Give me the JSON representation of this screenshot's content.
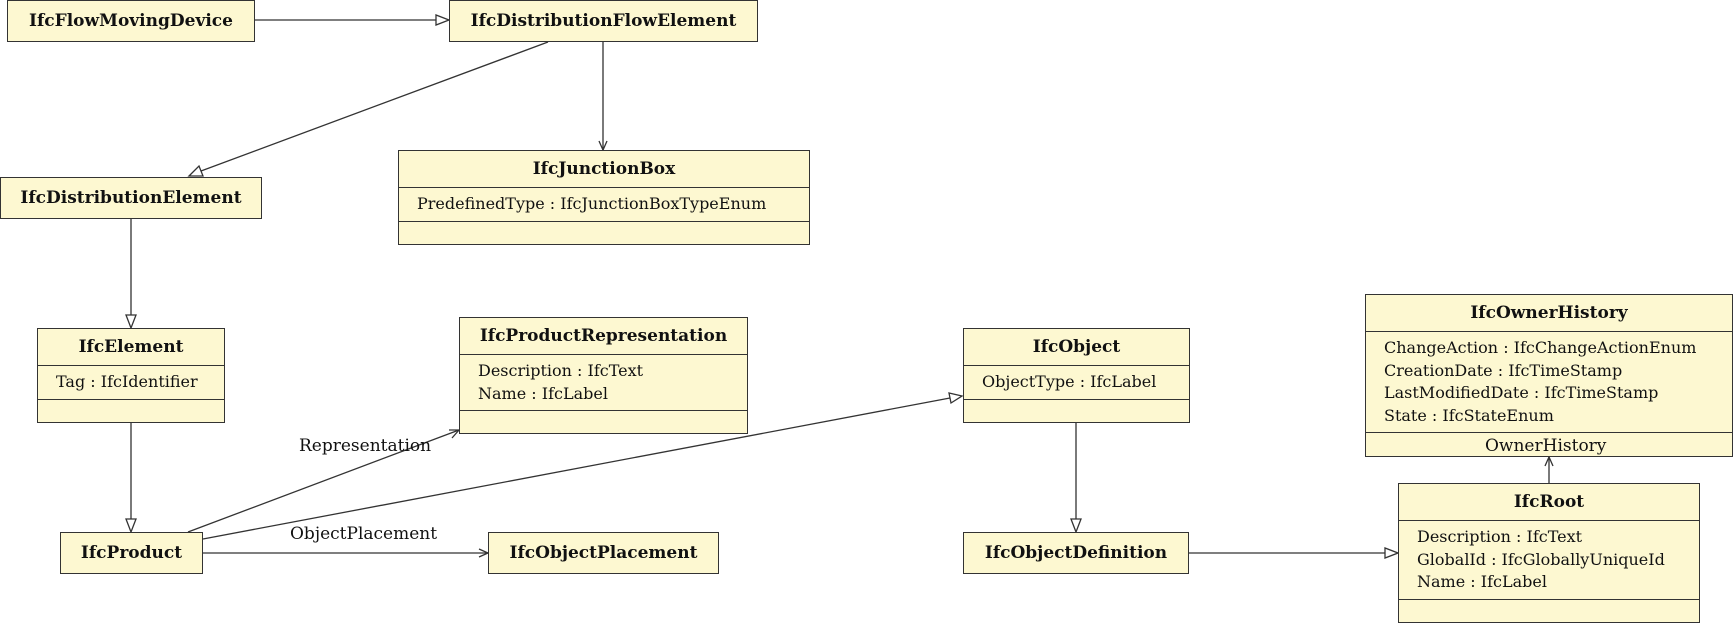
{
  "colors": {
    "box_fill": "#fdf8d1",
    "stroke": "#333333"
  },
  "classes": {
    "flow_moving_device": {
      "name": "IfcFlowMovingDevice"
    },
    "distribution_flow_element": {
      "name": "IfcDistributionFlowElement"
    },
    "distribution_element": {
      "name": "IfcDistributionElement"
    },
    "junction_box": {
      "name": "IfcJunctionBox",
      "attributes": [
        "PredefinedType : IfcJunctionBoxTypeEnum"
      ]
    },
    "element": {
      "name": "IfcElement",
      "attributes": [
        "Tag : IfcIdentifier"
      ]
    },
    "product_representation": {
      "name": "IfcProductRepresentation",
      "attributes": [
        "Description : IfcText",
        "Name : IfcLabel"
      ]
    },
    "object": {
      "name": "IfcObject",
      "attributes": [
        "ObjectType : IfcLabel"
      ]
    },
    "owner_history": {
      "name": "IfcOwnerHistory",
      "attributes": [
        "ChangeAction : IfcChangeActionEnum",
        "CreationDate : IfcTimeStamp",
        "LastModifiedDate : IfcTimeStamp",
        "State : IfcStateEnum"
      ]
    },
    "product": {
      "name": "IfcProduct"
    },
    "object_placement": {
      "name": "IfcObjectPlacement"
    },
    "object_definition": {
      "name": "IfcObjectDefinition"
    },
    "root": {
      "name": "IfcRoot",
      "attributes": [
        "Description : IfcText",
        "GlobalId : IfcGloballyUniqueId",
        "Name : IfcLabel"
      ]
    }
  },
  "relations": {
    "representation": "Representation",
    "object_placement": "ObjectPlacement",
    "owner_history": "OwnerHistory"
  }
}
